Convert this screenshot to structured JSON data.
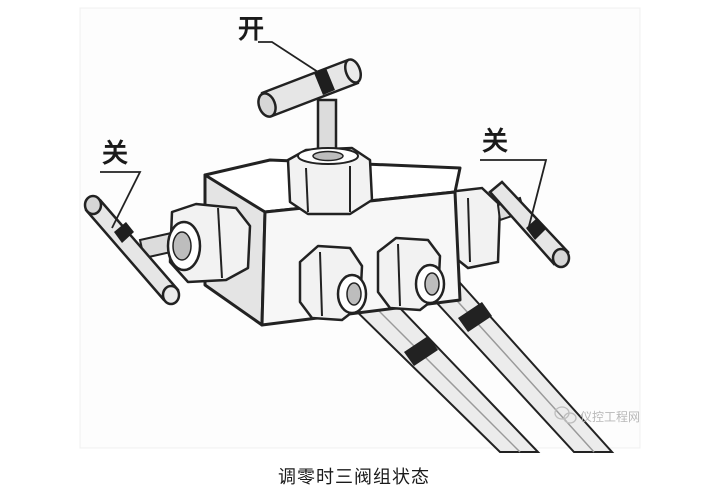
{
  "diagram": {
    "labels": {
      "open": "开",
      "close_left": "关",
      "close_right": "关"
    },
    "watermark": "仪控工程网"
  },
  "caption": "调零时三阀组状态"
}
